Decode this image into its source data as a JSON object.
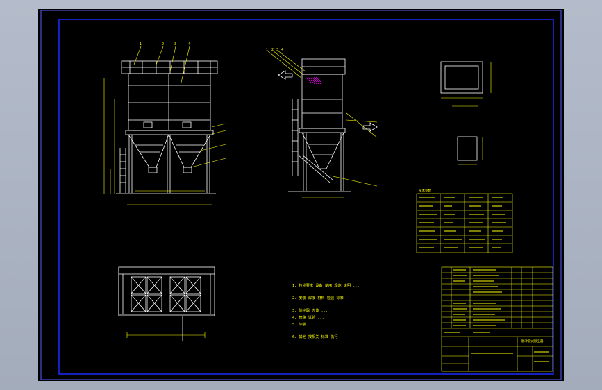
{
  "drawing": {
    "colors": {
      "background": "#000000",
      "frame": "#0000ff",
      "geometry": "#ffffff",
      "annotation": "#ffff00",
      "hatch": "#ff00ff",
      "green_accent": "#00ff00",
      "canvas_margin": "#aab3c2"
    },
    "balloons_front": [
      "1",
      "2",
      "3",
      "4"
    ],
    "balloons_side": [
      "1",
      "2",
      "3",
      "4"
    ],
    "notes": {
      "line1": "1. 技术要求 设备 使用 规范 说明 ...",
      "line2": "2. 安装 焊接 材料 检验 标准",
      "line3": "3. 除尘器 壳体 ...",
      "line4": "4. 管路 试验 ...",
      "line5": "5. 涂装 ...",
      "line6": "6. 其他 按相关 标准 执行"
    },
    "spec_table_label": "技术参数",
    "title_block_label": "脉冲袋式除尘器"
  }
}
